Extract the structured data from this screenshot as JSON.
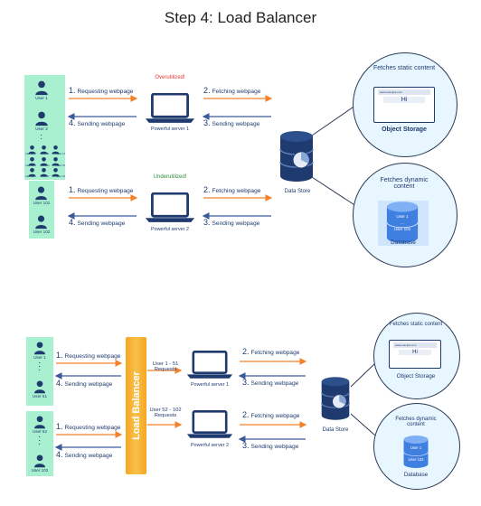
{
  "title": "Step 4: Load Balancer",
  "top": {
    "users_group1": [
      "User 1",
      "User 2"
    ],
    "users_grid": [
      "User 10",
      "User 11",
      "User 12",
      "User 13",
      "User 14",
      "User 15",
      "User 16",
      "User 17",
      "User 18"
    ],
    "users_group2": [
      "User 101",
      "User 102"
    ],
    "server1_status": "Overutilized!",
    "server1_name": "Powerful server 1",
    "server2_status": "Underutilized!",
    "server2_name": "Powerful server 2",
    "req_num": "1.",
    "req_text": "Requesting webpage",
    "send_num": "4.",
    "send_text": "Sending webpage",
    "fetch_num": "2.",
    "fetch_text": "Fetching webpage",
    "sendback_num": "3.",
    "sendback_text": "Sending webpage",
    "datastore": "Data Store",
    "static_title": "Fetches static content",
    "object_storage": "Object Storage",
    "browser_url": "www.example.com",
    "browser_hi": "Hi",
    "dynamic_title": "Fetches dynamic content",
    "db_user1": "User 1",
    "db_dots": "...",
    "db_user102": "User 102",
    "database": "Database"
  },
  "bottom": {
    "users_group1": [
      "User 1",
      "User 51"
    ],
    "users_group2": [
      "User 52",
      "User 102"
    ],
    "lb_label": "Load Balancer",
    "route1": "User 1 - 51 Requests",
    "route2": "User 52 - 102 Requests",
    "server1_name": "Powerful server 1",
    "server2_name": "Powerful server 2",
    "req_num": "1.",
    "req_text": "Requesting webpage",
    "send_num": "4.",
    "send_text": "Sending webpage",
    "fetch_num": "2.",
    "fetch_text": "Fetching webpage",
    "sendback_num": "3.",
    "sendback_text": "Sending webpage",
    "datastore": "Data Store",
    "static_title": "Fetches static content",
    "object_storage": "Object Storage",
    "browser_url": "www.example.com",
    "browser_hi": "Hi",
    "dynamic_title": "Fetches dynamic content",
    "db_user1": "User 1",
    "db_user102": "User 102",
    "database": "Database"
  },
  "colors": {
    "panel": "#a8f0d0",
    "orange": "#f5822a",
    "blue": "#3a5a9a",
    "navy": "#1f3a6e",
    "red": "#e53935",
    "green": "#2e8b3a",
    "lb": "#f6a623"
  },
  "icons": [
    "user-icon",
    "laptop-icon",
    "database-icon",
    "browser-icon",
    "arrow-right-icon",
    "arrow-left-icon"
  ]
}
